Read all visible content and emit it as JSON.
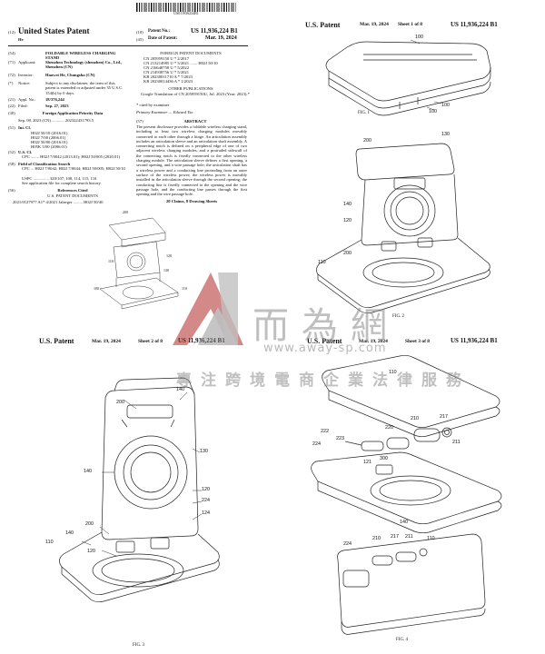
{
  "page1": {
    "doc_number": "US011936224B1",
    "code_12": "(12)",
    "doc_type": "United States Patent",
    "inventor_short": "He",
    "code_10": "(10)",
    "patent_no_label": "Patent No.:",
    "patent_no": "US 11,936,224 B1",
    "code_45": "(45)",
    "date_label": "Date of Patent:",
    "date": "Mar. 19, 2024",
    "title_code": "(54)",
    "title": "FOLDABLE WIRELESS CHARGING STAND",
    "applicant_code": "(71)",
    "applicant_label": "Applicant:",
    "applicant": "Shenzhen Technology (shenzhen) Co., Ltd., Shenzhen (CN)",
    "inventor_code": "(72)",
    "inventor_label": "Inventor:",
    "inventor": "Haowei He, Changsha (CN)",
    "notice_code": "(*)",
    "notice_label": "Notice:",
    "notice": "Subject to any disclaimer, the term of this patent is extended or adjusted under 35 U.S.C. 154(b) by 0 days.",
    "appl_code": "(21)",
    "appl_label": "Appl. No.:",
    "appl_no": "18/376,244",
    "filed_code": "(22)",
    "filed_label": "Filed:",
    "filed": "Sep. 27, 2023",
    "foreign_code": "(30)",
    "foreign_title": "Foreign Application Priority Data",
    "foreign_row": "Sep. 08, 2023   (CN) ............ 202322431793.5",
    "int_code": "(51)",
    "int_label": "Int. Cl.",
    "int_classes": [
      "H02J 50/10   (2016.01)",
      "H02J 7/00    (2006.01)",
      "H02J 50/00   (2016.01)",
      "H05K 5/00    (2006.01)"
    ],
    "us_code": "(52)",
    "us_label": "U.S. Cl.",
    "us_cpc": "CPC ........ H02J 7/0042 (2013.01); H02J 50/005 (2020.01)",
    "field_code": "(58)",
    "field_title": "Field of Classification Search",
    "field_cpc": "CPC ... H02J 7/0042; H02J 7/0044; H02J 50/005; H02J 50/10",
    "field_uspc": "USPC ............... 320/107, 108, 114, 115, 116",
    "field_note": "See application file for complete search history.",
    "refs_code": "(56)",
    "refs_title": "References Cited",
    "us_docs_title": "U.S. PATENT DOCUMENTS",
    "us_doc_row": "2021/0127977 A1*  4/2021  Jalaeger ......... H02J 50/40",
    "foreign_docs_title": "FOREIGN PATENT DOCUMENTS",
    "foreign_docs": [
      "CN   205959150 U  *  2/2017",
      "CN   213214985 U  *  5/2021 ....... H02J 50/10",
      "CN   216648758 U  *  5/2022",
      "CN   214938756 U  *  5/2021",
      "KR   20230011710 A *  7/2023",
      "KR   20230014436 A *  1/2023"
    ],
    "other_pub_title": "OTHER PUBLICATIONS",
    "other_pub": "Google Translation of CN 205959150U, Jul. 2023 (Year: 2023).*",
    "cited_note": "* cited by examiner",
    "examiner": "Primary Examiner — Edward Tso",
    "abstract_code": "(57)",
    "abstract_title": "ABSTRACT",
    "abstract": "The present disclosure provides a foldable wireless charging stand, including at least two wireless charging modules movably connected to each other through a hinge. An articulation assembly includes an articulation sleeve and an articulation shaft assembly. A connecting notch is defined on a peripheral edge of one of two adjacent wireless charging modules, and a protruded sidewall of the connecting notch is fixedly connected to the other wireless charging module. The articulation sleeve defines a first opening, a second opening, and a wire passage hole; the articulation shaft has a wireless power and a conducting line protruding from an outer surface of the wireless power; the wireless power is movably installed in the articulation sleeve through the second opening; the conducting line is fixedly connected to the opening and the wire passage hole, and the conducting line passes through the first opening and the wire passage hole.",
    "claims": "20 Claims, 8 Drawing Sheets",
    "header_right": "U.S. Patent",
    "header_right_date": "Mar. 19, 2024",
    "header_right_sheet": "Sheet 1 of 8",
    "header_right_no": "US 11,936,224 B1",
    "fig1": "FIG. 1",
    "fig2": "FIG. 2",
    "refs_fig1": [
      "100",
      "100",
      "100"
    ],
    "refs_fig2": [
      "200",
      "130",
      "140",
      "120",
      "200",
      "110"
    ],
    "refs_small": [
      "200",
      "120",
      "110",
      "130",
      "100",
      "110"
    ]
  },
  "page2": {
    "header_left": "U.S. Patent",
    "header_left_date": "Mar. 19, 2024",
    "header_left_sheet": "Sheet 2 of 8",
    "header_left_no": "US 11,936,224 B1",
    "header_right": "U.S. Patent",
    "header_right_date": "Mar. 19, 2024",
    "header_right_sheet": "Sheet 3 of 8",
    "header_right_no": "US 11,936,224 B1",
    "fig3": "FIG. 3",
    "fig4": "FIG. 4",
    "refs_fig3": [
      "200",
      "140",
      "130",
      "140",
      "120",
      "224",
      "124",
      "200",
      "110",
      "140",
      "120"
    ],
    "refs_fig4": [
      "110",
      "222",
      "224",
      "223",
      "220",
      "210",
      "217",
      "211",
      "121",
      "300",
      "140",
      "224",
      "210",
      "217",
      "211",
      "110"
    ]
  },
  "watermark": {
    "cn_name": "而為網",
    "url": "www.away-sp.com",
    "slogan": "專注跨境電商企業法律服務",
    "logo_color": "#b22a2a",
    "text_color": "#8c8c8c"
  }
}
